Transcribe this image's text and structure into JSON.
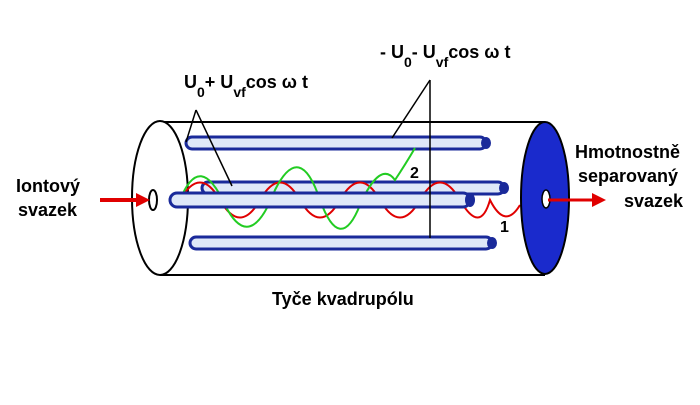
{
  "labels": {
    "input_line1": "Iontový",
    "input_line2": "svazek",
    "output_line1": "Hmotnostně",
    "output_line2": "separovaný",
    "output_line3": "svazek",
    "caption": "Tyče kvadrupólu",
    "voltage_pos": {
      "prefix": "U",
      "sub0": "0",
      "mid": "+ U",
      "subvf": "vf",
      "tail": "cos ω t"
    },
    "voltage_neg": {
      "prefix": "- U",
      "sub0": "0",
      "mid": "- U",
      "subvf": "vf",
      "tail": "cos ω t"
    },
    "trajectory_1": "1",
    "trajectory_2": "2"
  },
  "colors": {
    "background": "#ffffff",
    "outline": "#000000",
    "rod_fill": "#dfe8f8",
    "rod_stroke": "#1a2a9a",
    "detector_fill": "#1a2acc",
    "beam": "#e00000",
    "path_1": "#e00000",
    "path_2": "#22cc22"
  }
}
